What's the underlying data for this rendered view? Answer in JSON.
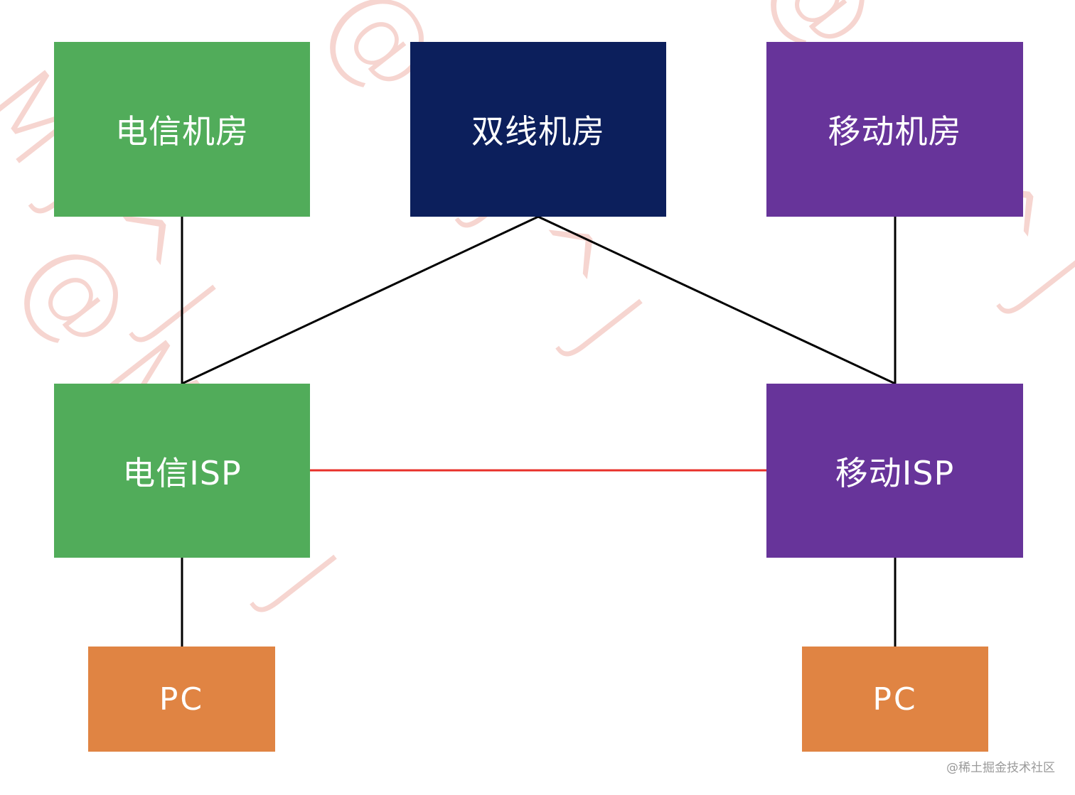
{
  "watermark": {
    "text": "@MJ^J",
    "color": "#f6d5d0"
  },
  "nodes": {
    "telecom_room": {
      "label": "电信机房",
      "color": "#51ac5a"
    },
    "dual_line_room": {
      "label": "双线机房",
      "color": "#0c1f5c"
    },
    "mobile_room": {
      "label": "移动机房",
      "color": "#67349a"
    },
    "telecom_isp": {
      "label": "电信ISP",
      "color": "#51ac5a"
    },
    "mobile_isp": {
      "label": "移动ISP",
      "color": "#67349a"
    },
    "pc_left": {
      "label": "PC",
      "color": "#e08443"
    },
    "pc_right": {
      "label": "PC",
      "color": "#e08443"
    }
  },
  "edges": [
    {
      "from": "telecom_room",
      "to": "telecom_isp",
      "color": "#000000"
    },
    {
      "from": "dual_line_room",
      "to": "telecom_isp",
      "color": "#000000"
    },
    {
      "from": "dual_line_room",
      "to": "mobile_isp",
      "color": "#000000"
    },
    {
      "from": "mobile_room",
      "to": "mobile_isp",
      "color": "#000000"
    },
    {
      "from": "telecom_isp",
      "to": "mobile_isp",
      "color": "#e8302a"
    },
    {
      "from": "telecom_isp",
      "to": "pc_left",
      "color": "#000000"
    },
    {
      "from": "mobile_isp",
      "to": "pc_right",
      "color": "#000000"
    }
  ],
  "credit": "@稀土掘金技术社区"
}
